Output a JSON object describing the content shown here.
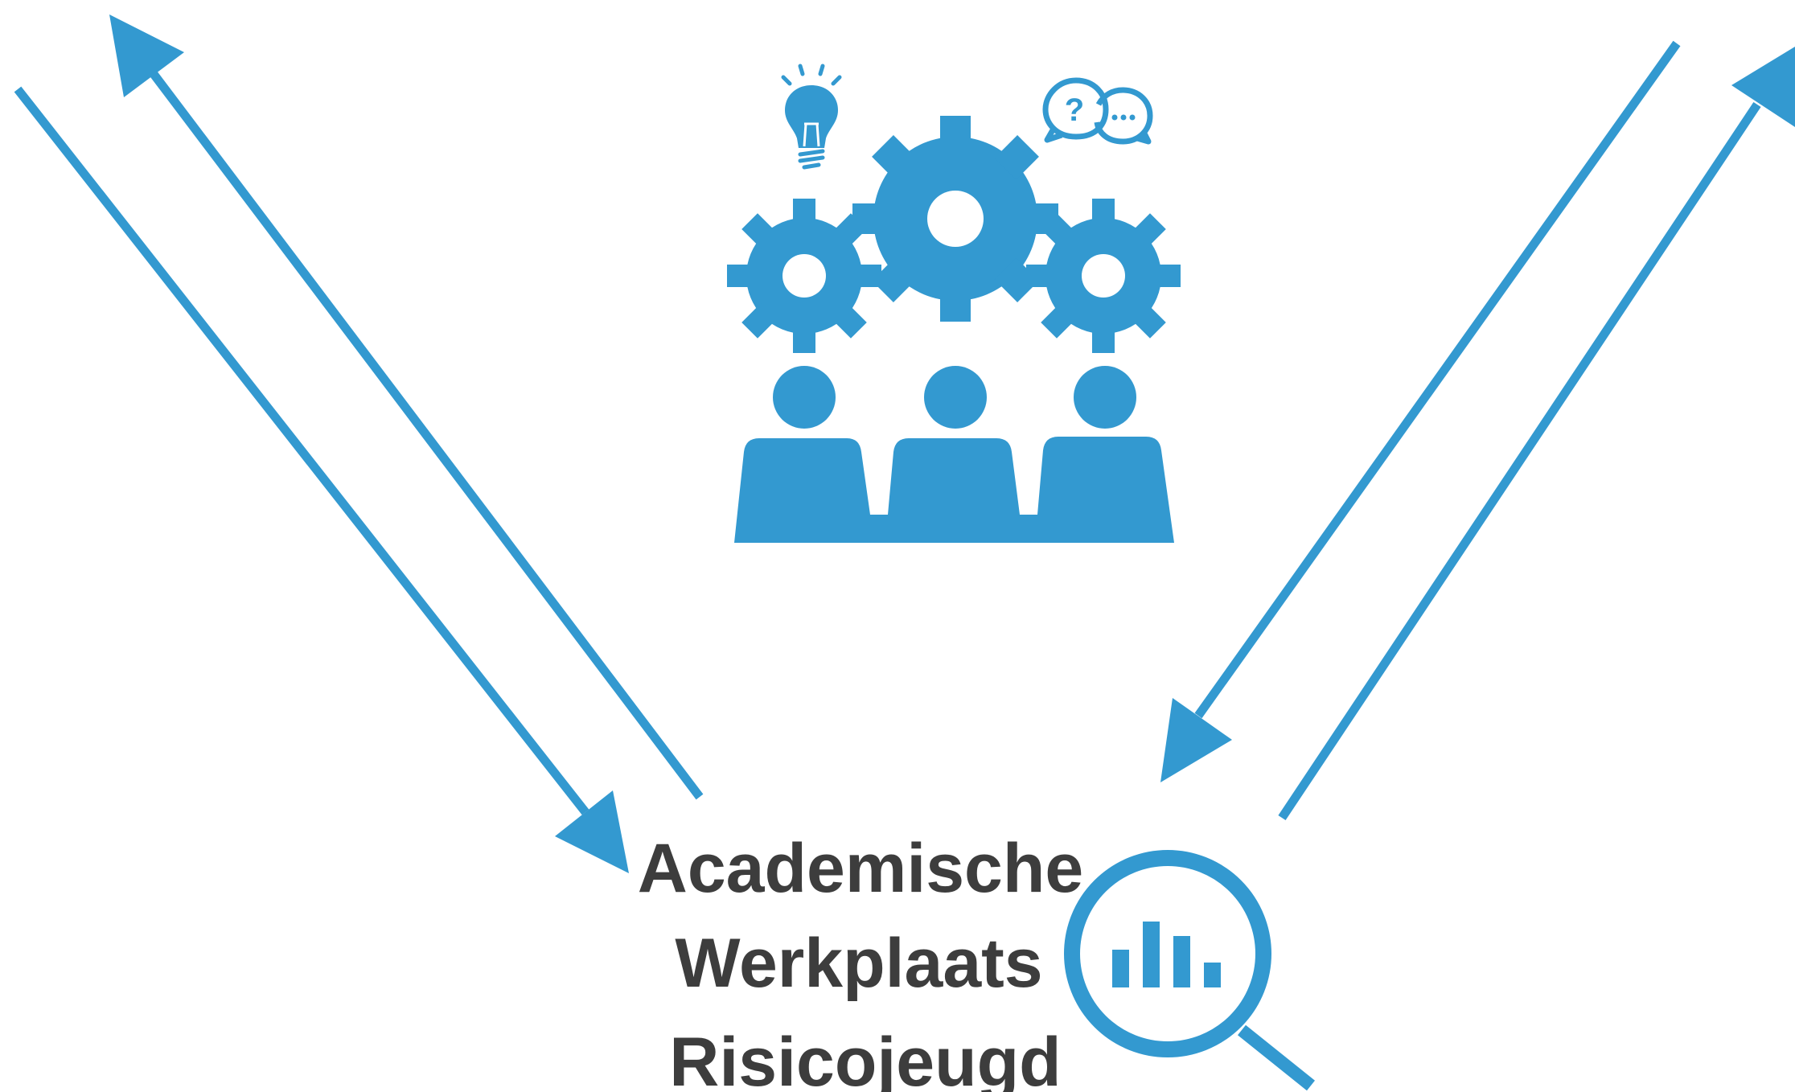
{
  "title": {
    "lines": [
      "Academische",
      "Werkplaats",
      "Risicojeugd"
    ]
  },
  "colors": {
    "accent": "#3399d0",
    "text": "#3d3d3d",
    "background": "#ffffff"
  },
  "icons": {
    "team": "team-collaboration-icon",
    "gears": "gears-icon",
    "lightbulb": "lightbulb-icon",
    "chat": "question-chat-bubbles-icon",
    "research": "magnifier-chart-icon"
  }
}
